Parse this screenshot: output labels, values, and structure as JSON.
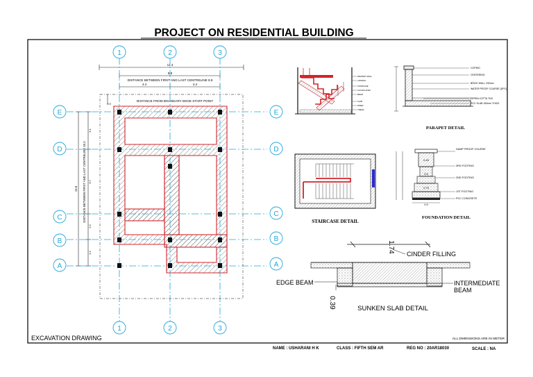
{
  "title": "PROJECT ON RESIDENTIAL BUILDING",
  "plan": {
    "grid_numbers": [
      "1",
      "2",
      "3"
    ],
    "grid_letters": [
      "E",
      "D",
      "C",
      "B",
      "A"
    ],
    "dim_total": "12.4",
    "dim_centre": "8.8",
    "dim_centre_label": "DISTANCE BETWEEN FIRST AND LAST CENTRELINE 8.8",
    "dim_4_4_left": "4.4",
    "dim_4_4_right": "4.4",
    "dim_boundary_label": "DISTANCE FROM BOUNDARY EDGE START POINT",
    "dim_vertical_label": "DISTANCE BETWEEN FIRST AND LAST CENTRELINE 10.2",
    "dim_v_total": "15.8",
    "dim_v_1": "3.1",
    "dim_v_2": "3.7",
    "dim_v_3": "2.2",
    "dim_v_4": "1.2",
    "dim_v_corner": "0.9"
  },
  "staircase_section_notes": [
    "PARAPET WALL",
    "LANDING",
    "STAIRCASE",
    "FLOOR LEVEL",
    "BEAM",
    "SLAB",
    "RISER",
    "TREAD"
  ],
  "parapet": {
    "caption": "PARAPET DETAIL",
    "labels": [
      "COPING",
      "CENTERING",
      "BRICK WALL 230mm",
      "WATER PROOF COURSE (DPC)",
      "TERRA COTTA TILE",
      "RCC SLAB 150mm THICK"
    ]
  },
  "staircase_plan": {
    "caption": "STAIRCASE DETAIL"
  },
  "foundation": {
    "caption": "FOUNDATION DETAIL",
    "labels": [
      "DAMP PROOF COURSE",
      "3RD FOOTING",
      "2ND FOOTING",
      "1ST FOOTING",
      "PCC CONCRETE"
    ],
    "dims": [
      "0.45",
      "0.6",
      "0.75",
      "0.9"
    ]
  },
  "sunken": {
    "dim_top": "1.74",
    "cinder": "CINDER FILLING",
    "edge_beam": "EDGE BEAM",
    "intermediate": "INTERMEDIATE BEAM",
    "intermediate_l1": "INTERMEDIATE",
    "intermediate_l2": "BEAM",
    "dim_side": "0.39",
    "caption": "SUNKEN SLAB DETAIL"
  },
  "excavation_label": "EXCAVATION DRAWING",
  "note": "ALL DIMENSIONS ARE IN METER",
  "footer": {
    "name": "NAME : USHARANI H K",
    "class": "CLASS : FIFTH SEM AR",
    "reg": "REG NO : 20AR18030",
    "scale": "SCALE : NA"
  },
  "colors": {
    "wall_red": "#d2232a",
    "grid_cyan": "#1fa6d8",
    "hatch": "#555555",
    "blue": "#2b2bd0"
  }
}
